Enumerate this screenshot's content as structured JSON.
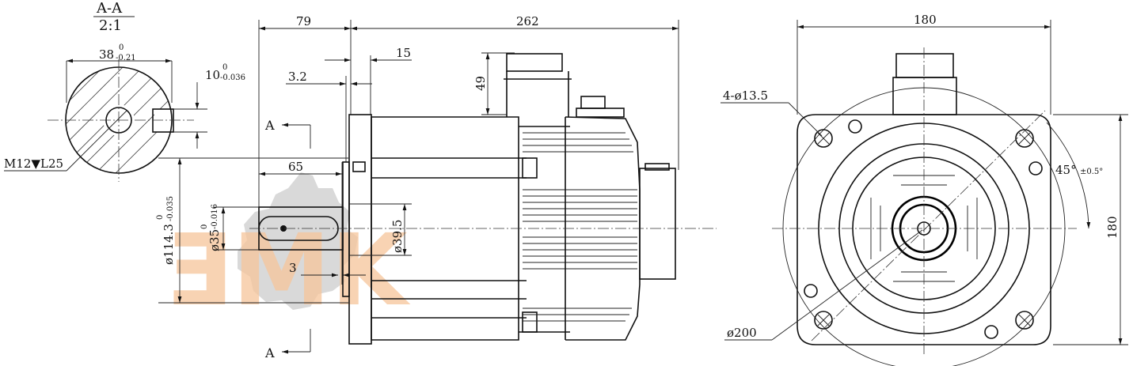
{
  "section": {
    "title": "A-A",
    "scale": "2:1",
    "marker": "A"
  },
  "shaft_section": {
    "diameter": "38",
    "diameter_tol_upper": "0",
    "diameter_tol_lower": "-0.21",
    "key_width": "10",
    "key_tol_upper": "0",
    "key_tol_lower": "-0.036",
    "thread": "M12▼L25"
  },
  "side_view": {
    "shaft_overall": "79",
    "body_length": "262",
    "flange_thickness": "15",
    "spigot_depth": "3.2",
    "connector_height": "49",
    "key_length": "65",
    "key_offset": "3",
    "spigot_diameter": "ø114.3",
    "spigot_tol_upper": "0",
    "spigot_tol_lower": "-0.035",
    "shaft_diameter": "ø35",
    "shaft_tol_upper": "0",
    "shaft_tol_lower": "-0.016",
    "shoulder_diameter": "ø39.5"
  },
  "front_view": {
    "width": "180",
    "height": "180",
    "holes": "4-ø13.5",
    "pcd": "ø200",
    "angle": "45°",
    "angle_tol": "±0.5°"
  },
  "watermark": {
    "text": "ƎMK"
  }
}
